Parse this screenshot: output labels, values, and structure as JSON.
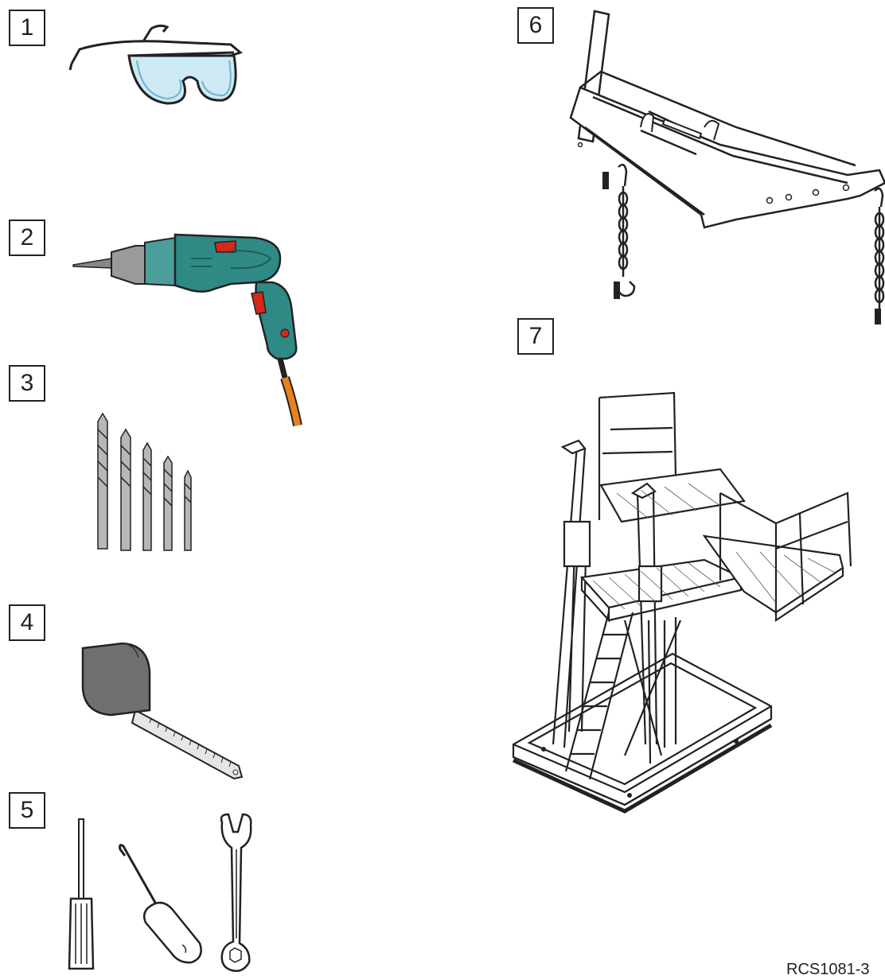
{
  "items": [
    {
      "number": "1",
      "icon": "safety-glasses-icon"
    },
    {
      "number": "2",
      "icon": "power-drill-icon"
    },
    {
      "number": "3",
      "icon": "drill-bits-icon"
    },
    {
      "number": "4",
      "icon": "tape-measure-icon"
    },
    {
      "number": "5",
      "icon": "hand-tools-icon"
    },
    {
      "number": "6",
      "icon": "lifting-beam-icon"
    },
    {
      "number": "7",
      "icon": "work-platform-icon"
    }
  ],
  "figure_code": "RCS1081-3",
  "colors": {
    "outline": "#222222",
    "drill_body": "#2f8a86",
    "drill_red": "#d42a1a",
    "cord": "#e8821e",
    "tape_case": "#707070",
    "lens": "#cde9f3"
  }
}
